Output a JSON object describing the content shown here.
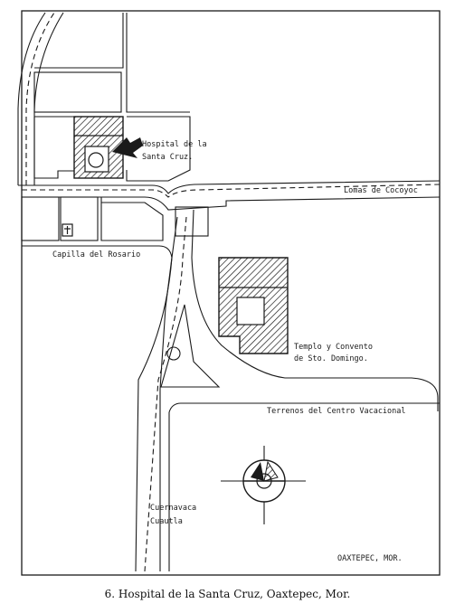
{
  "map": {
    "labels": {
      "hospital_line1": "Hospital de la",
      "hospital_line2": "Santa Cruz.",
      "lomas": "Lomas de Cocoyoc",
      "capilla": "Capilla del Rosario",
      "templo_line1": "Templo y Convento",
      "templo_line2": "de Sto. Domingo.",
      "terrenos": "Terrenos del Centro Vacacional",
      "cuernavaca": "Cuernavaca",
      "cuautla": "Cuautla",
      "place": "OAXTEPEC, MOR."
    },
    "caption": "6. Hospital de la Santa Cruz, Oaxtepec, Mor.",
    "colors": {
      "ink": "#1a1a1a",
      "paper": "#ffffff"
    },
    "icons": [
      "cross-icon",
      "north-arrow-compass-icon",
      "pointer-arrow-icon"
    ]
  }
}
